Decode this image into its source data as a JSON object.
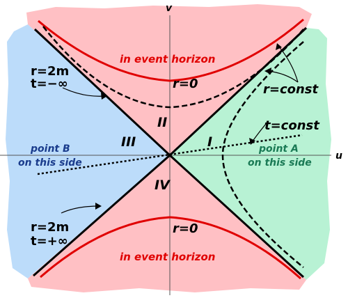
{
  "axes": {
    "v": "v",
    "u": "u"
  },
  "regions": {
    "I": "I",
    "II": "II",
    "III": "III",
    "IV": "IV"
  },
  "horizon": {
    "top": "in event horizon",
    "bottom": "in event horizon"
  },
  "singularity": {
    "top": "r=0",
    "bottom": "r=0"
  },
  "labels": {
    "r_const": "r=const",
    "t_const": "t=const",
    "upper_left_r": "r=2m",
    "upper_left_t": "t=−∞",
    "lower_left_r": "r=2m",
    "lower_left_t": "t=+∞"
  },
  "points": {
    "B_line1": "point B",
    "B_line2": "on this side",
    "A_line1": "point A",
    "A_line2": "on this side"
  },
  "colors": {
    "future_past": "#ffc0c4",
    "left": "#bcdcfa",
    "right": "#b8f2d4",
    "singularity": "#e00000"
  }
}
